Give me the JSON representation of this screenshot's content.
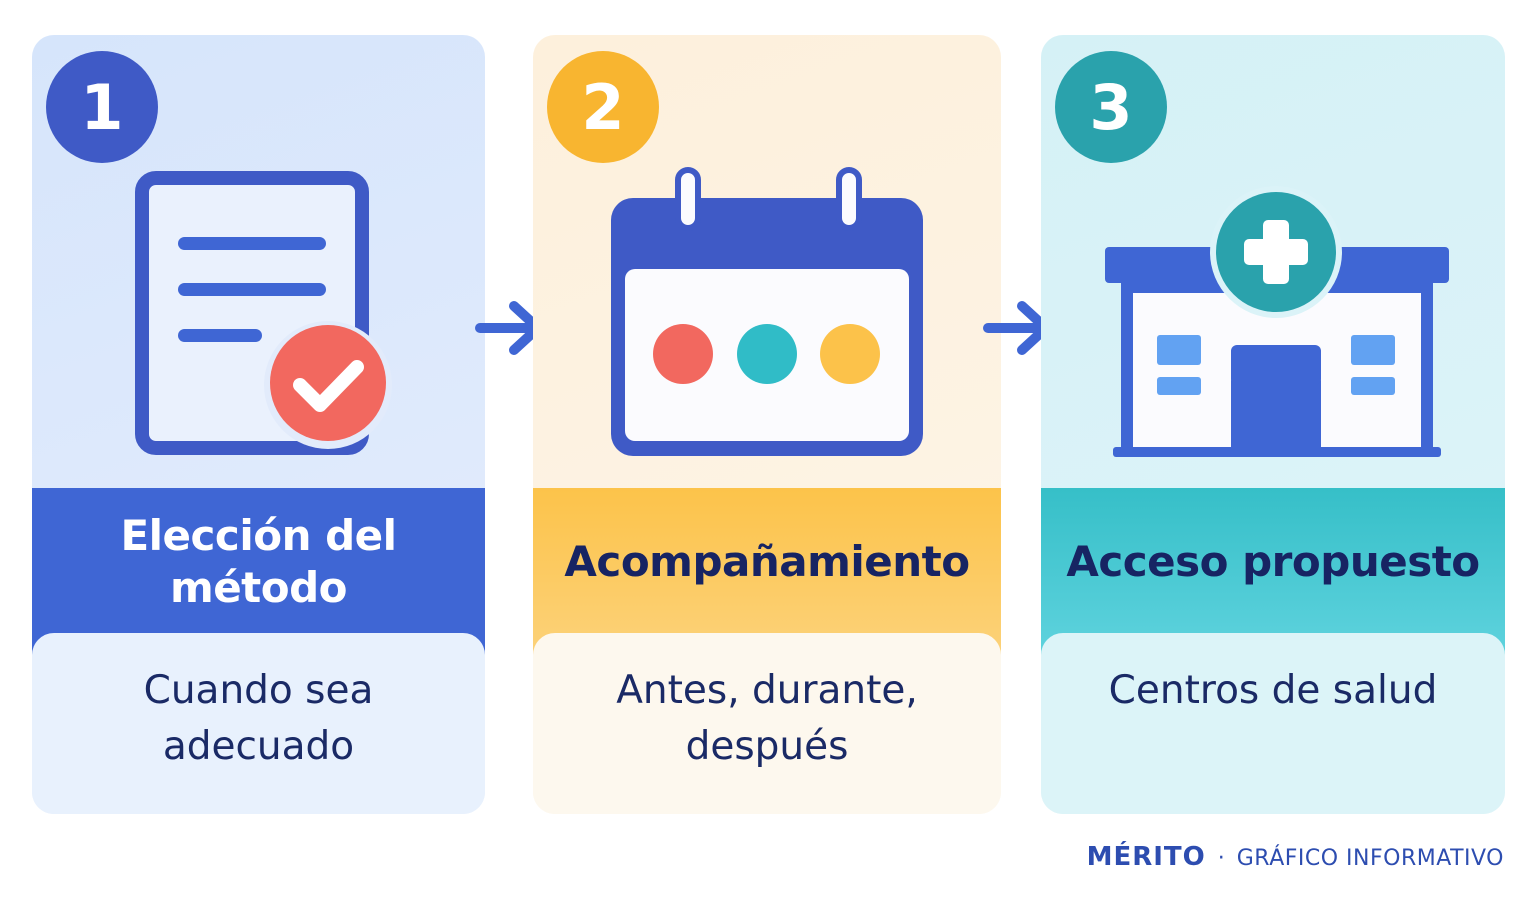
{
  "steps": [
    {
      "number": "1",
      "title_line1": "Elección del",
      "title_line2": "método",
      "desc_line1": "Cuando sea",
      "desc_line2": "adecuado",
      "icon": "document-check-icon",
      "badge_color": "#3f5ac6"
    },
    {
      "number": "2",
      "title_line1": "Acompañamiento",
      "title_line2": "",
      "desc_line1": "Antes, durante,",
      "desc_line2": "después",
      "icon": "calendar-icon",
      "badge_color": "#f8b530"
    },
    {
      "number": "3",
      "title_line1": "Acceso propuesto",
      "title_line2": "",
      "desc_line1": "Centros de salud",
      "desc_line2": "",
      "icon": "health-center-icon",
      "badge_color": "#2aa2ac"
    }
  ],
  "footer": {
    "brand": "MÉRITO",
    "separator": "·",
    "label": "GRÁFICO INFORMATIVO"
  },
  "colors": {
    "primary_blue": "#3f66d4",
    "yellow": "#fcc34a",
    "teal": "#36bfc8",
    "navy_text": "#172463",
    "red_accent": "#f2685f"
  }
}
